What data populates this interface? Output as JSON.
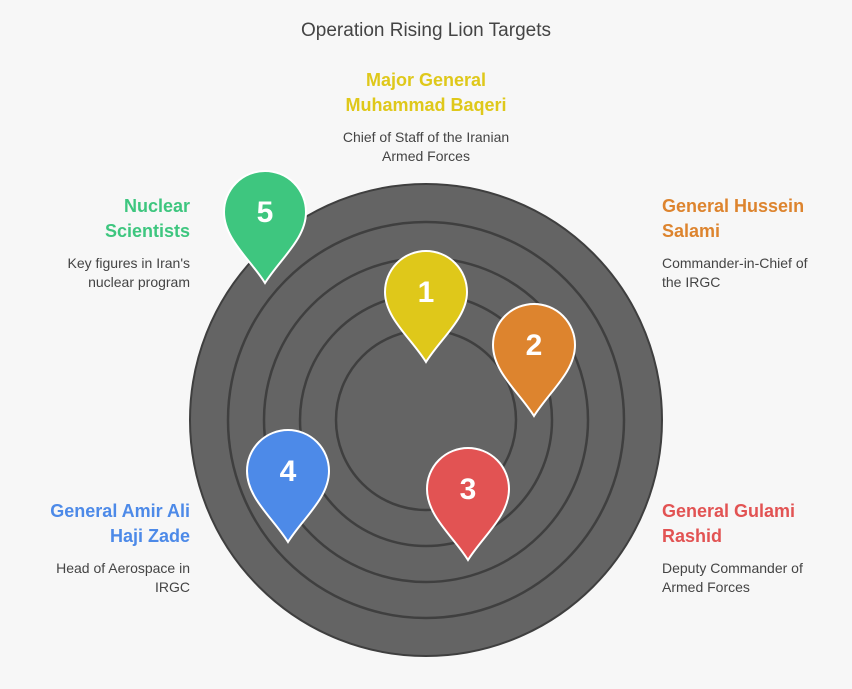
{
  "title": "Operation Rising Lion Targets",
  "colors": {
    "yellow": "#dfc81a",
    "orange": "#dd842e",
    "red": "#e25353",
    "blue": "#4d8ae8",
    "green": "#3ec67f",
    "target": "#646464",
    "ring": "#3f3f3f"
  },
  "targets": [
    {
      "number": "1",
      "name": "Major General Muhammad Baqeri",
      "description": "Chief of Staff of the Iranian Armed Forces"
    },
    {
      "number": "2",
      "name": "General Hussein Salami",
      "description": "Commander-in-Chief of the IRGC"
    },
    {
      "number": "3",
      "name": "General Gulami Rashid",
      "description": "Deputy Commander of Armed Forces"
    },
    {
      "number": "4",
      "name": "General Amir Ali Haji Zade",
      "description": "Head of Aerospace in IRGC"
    },
    {
      "number": "5",
      "name": "Nuclear Scientists",
      "description": "Key figures in Iran's nuclear program"
    }
  ]
}
